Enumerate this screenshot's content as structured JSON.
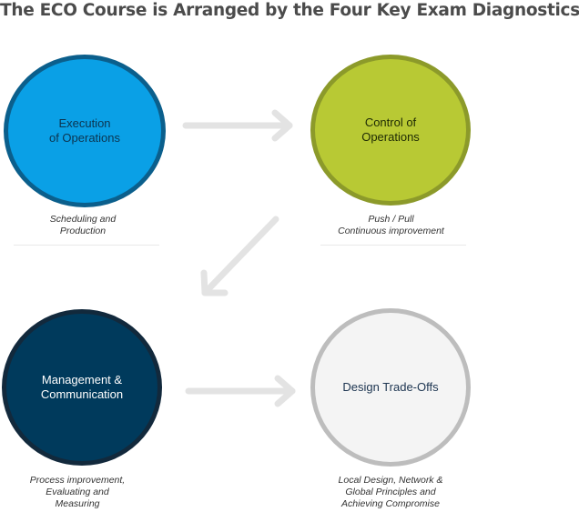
{
  "title": "The ECO Course is Arranged by the Four Key Exam Diagnostics",
  "nodes": [
    {
      "label": [
        "Execution",
        "of Operations"
      ],
      "caption": [
        "Scheduling and",
        "Production"
      ],
      "fill": "#0aa0e6",
      "border": "#0b5f8c"
    },
    {
      "label": [
        "Control of",
        "Operations"
      ],
      "caption": [
        "Push / Pull",
        "Continuous improvement"
      ],
      "fill": "#b8c934",
      "border": "#8c9a2a"
    },
    {
      "label": [
        "Management &",
        "Communication"
      ],
      "caption": [
        "Process improvement,",
        "Evaluating and",
        "Measuring"
      ],
      "fill": "#003a5c",
      "border": "#12293c"
    },
    {
      "label": [
        "Design Trade-Offs"
      ],
      "caption": [
        "Local Design, Network &",
        "Global Principles and",
        "Achieving Compromise"
      ],
      "fill": "#f4f4f4",
      "border": "#bdbdbd"
    }
  ],
  "arrow_color": "#e3e3e3"
}
